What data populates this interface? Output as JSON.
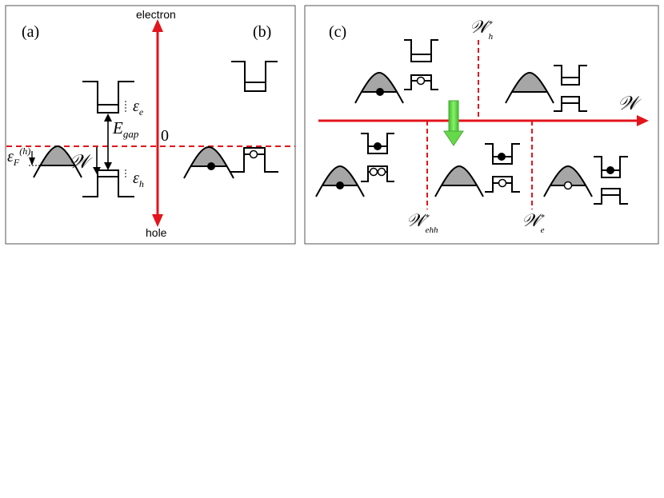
{
  "panel_a": {
    "label": "(a)",
    "axis_top": "electron",
    "axis_bottom": "hole",
    "zero": "0",
    "energy_gap": {
      "sym": "E",
      "sub": "gap"
    },
    "eps_e": {
      "sym": "ε",
      "sub": "e"
    },
    "eps_h": {
      "sym": "ε",
      "sub": "h"
    },
    "eps_F": {
      "sym": "ε",
      "sub": "F",
      "sup": "(h)"
    },
    "W": "𝒲"
  },
  "panel_b": {
    "label": "(b)"
  },
  "panel_c": {
    "label": "(c)",
    "axis": "𝒲",
    "w_h": {
      "sym": "𝒲",
      "sup": "*",
      "sub": "h"
    },
    "w_ehh": {
      "sym": "𝒲",
      "sup": "*",
      "sub": "ehh"
    },
    "w_e": {
      "sym": "𝒲",
      "sup": "*",
      "sub": "e"
    }
  },
  "colors": {
    "accent_red": "#e3141b",
    "band_fill": "#a6a6a6",
    "arrow_green": "#66d94a"
  }
}
